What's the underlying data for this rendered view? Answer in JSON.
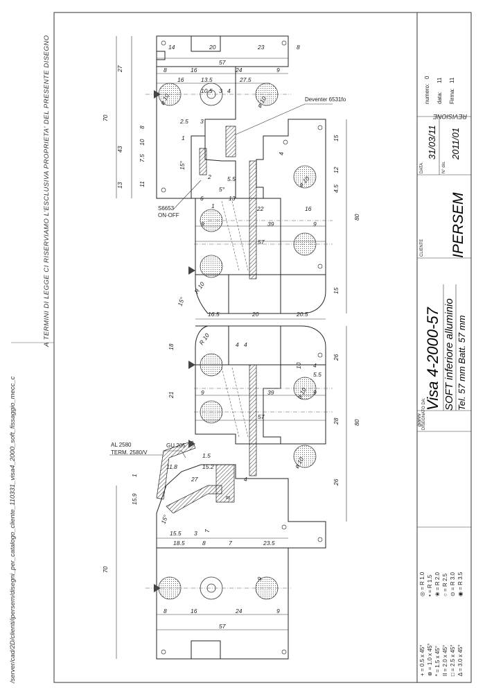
{
  "margin_notes": {
    "copyright": "A TERMINI DI LEGGE CI RISERVIAMO L'ESCLUSIVA PROPRIETA' DEL PRESENTE DISEGNO",
    "file_path": "/server/cad/2D/clienti/ipersem/disegni_per_catalogo_cliente_110331_visa4_2000_soft_fissaggio_mecc_c"
  },
  "title_block": {
    "title": "Visa 4-2000-57",
    "subtitle": "SOFT inferiore alluminio",
    "spec": "Tel. 57 mm  Batt. 57 mm",
    "cliente_label": "CLIENTE",
    "client": "IPERSEM",
    "data_label": "DATA",
    "date": "31/03/11",
    "nds_label": "N° dis.",
    "drawing_number": "2011/01",
    "revision_label": "REVISIONE",
    "numero_label": "numero:",
    "numero": "0",
    "data2_label": "data:",
    "data2": "11",
    "firma_label": "Firma:",
    "firma": "11",
    "drawn_by_label": "DISEGNATO DA:",
    "drawn_by": "gianni"
  },
  "legend": {
    "chamfers": [
      "+ = 0.5 x 45°",
      "⊗ = 1.0 x 45°",
      "* = 1.5 x 45°",
      "II = 2.0 x 45°",
      "□ = 2.5 x 45°",
      "Δ = 3.0 x 45°"
    ],
    "radii": [
      "◎ = R 1.0",
      "• = R 1.5",
      "❀ = R 2.0",
      "○ = R 2.5",
      "⊙ = R 3.0",
      "◉ = R 3.5"
    ]
  },
  "labels": {
    "deventer": "Deventer 6531fo",
    "s6653": "S6653",
    "on_off": "ON-OFF",
    "gu205": "GU 205",
    "al2580": "AL 2580",
    "term2580": "TERM. 2580/V"
  },
  "dims_top": {
    "d14": "14",
    "d20": "20",
    "d23": "23",
    "d8a": "8",
    "d57": "57",
    "d8": "8",
    "d16": "16",
    "d24": "24",
    "d9": "9",
    "d16b": "16",
    "d13_5": "13.5",
    "d27_5": "27.5",
    "d10_5": "10.5",
    "d3": "3",
    "d4": "4",
    "d27": "27",
    "d70": "70",
    "d43": "43",
    "d13": "13",
    "d8b": "8",
    "d1": "1",
    "d2_5": "2.5",
    "d3b": "3",
    "d10": "10",
    "d7_5": "7.5",
    "d11": "11",
    "d15deg": "15°",
    "d5_5": "5.5",
    "d5deg": "5°",
    "d13b": "13",
    "d6": "6",
    "d2": "2",
    "d1b": "1",
    "d4b": "4",
    "phi10a": "ø 10",
    "phi10b": "ø 10",
    "phi10c": "ø 10",
    "d22": "22",
    "d16c": "16",
    "d9b": "9",
    "d39": "39",
    "d9c": "9",
    "d57b": "57",
    "d15a": "15",
    "d12": "12",
    "d4_5": "4.5",
    "d80": "80",
    "d15b": "15",
    "r10": "R 10",
    "d15degb": "15°",
    "d16_5": "16.5",
    "d20b": "20",
    "d20_5": "20.5"
  },
  "dims_bottom": {
    "d18": "18",
    "r10": "R 10",
    "d4a": "4",
    "d4b": "4",
    "d21": "21",
    "d9": "9",
    "d39": "39",
    "d9b": "9",
    "d57": "57",
    "d26a": "26",
    "d4c": "4",
    "d5_5": "5.5",
    "d10": "10",
    "d28": "28",
    "d80": "80",
    "d26b": "26",
    "phi10a": "ø 10",
    "phi10b": "ø 10",
    "d1_5": "1.5",
    "d11_8": "11.8",
    "d15_2": "15.2",
    "d27": "27",
    "d1": "1",
    "d15_9": "15.9",
    "d15deg": "15°",
    "d7": "7",
    "d8a": "8",
    "d4d": "4",
    "d15_5": "15.5",
    "d3": "3",
    "d18_5": "18.5",
    "d8": "8",
    "d7b": "7",
    "d23_5": "23.5",
    "d70": "70",
    "d8b": "8",
    "d16": "16",
    "d24": "24",
    "d9c": "9",
    "d57b": "57"
  }
}
